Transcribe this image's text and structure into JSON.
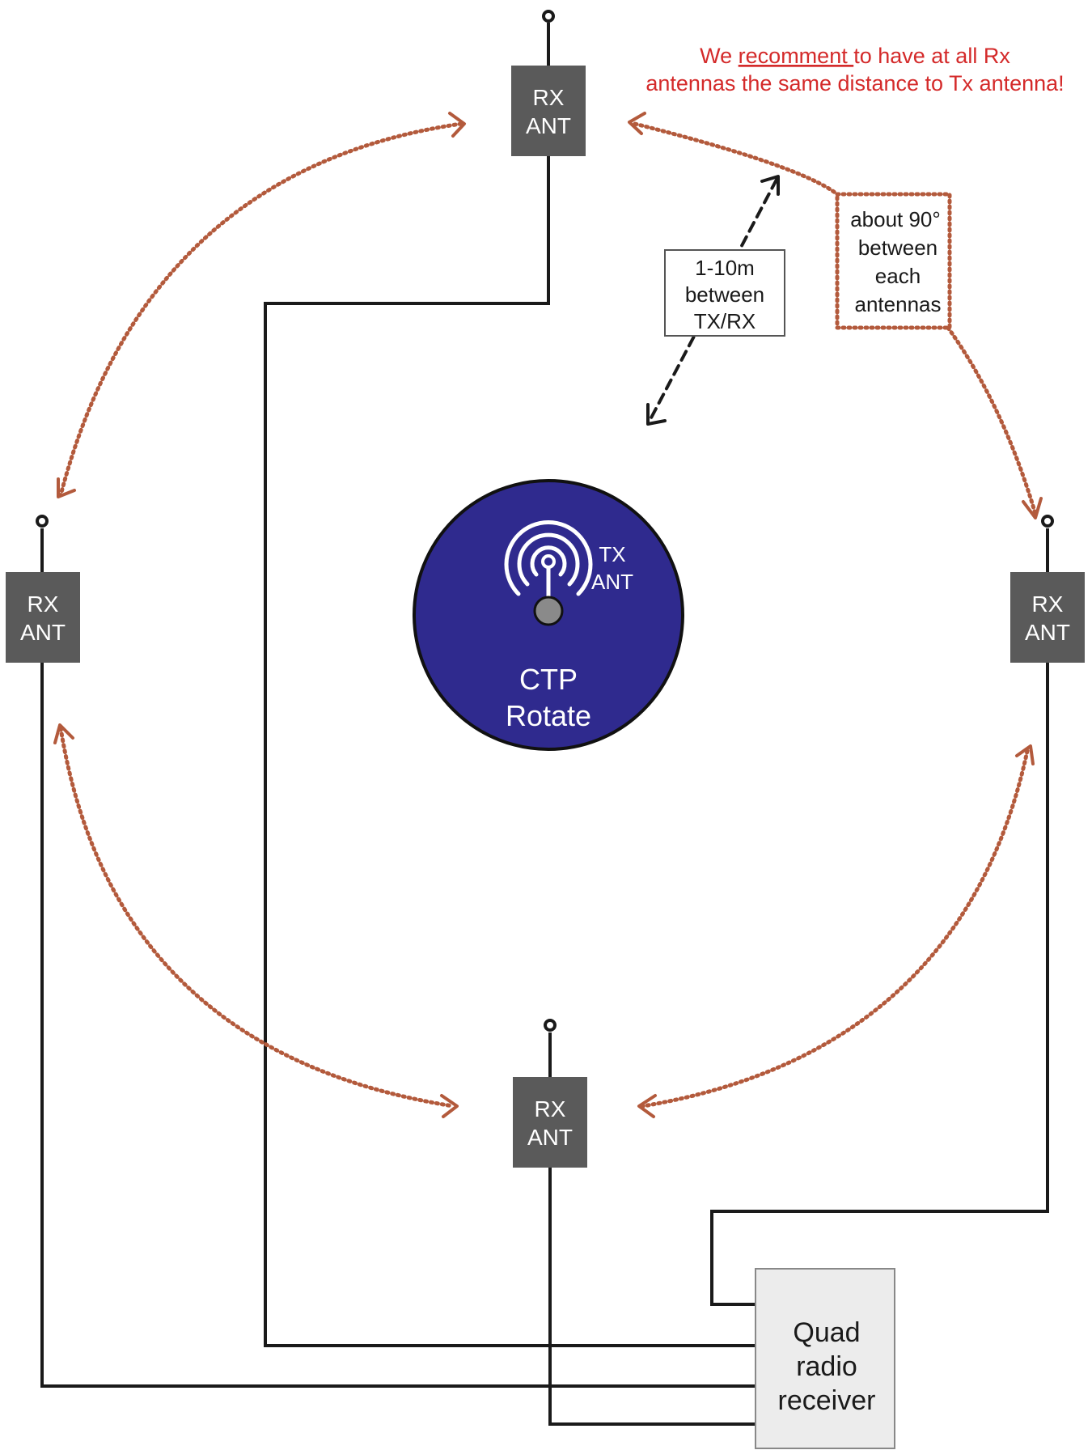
{
  "note": {
    "line1_prefix": "We ",
    "line1_underlined": "recomment ",
    "line1_suffix": "to have at all Rx",
    "line2": "antennas the same distance to Tx antenna!",
    "color": "#d42a2a"
  },
  "rx_antennas": [
    {
      "id": "top",
      "line1": "RX",
      "line2": "ANT"
    },
    {
      "id": "left",
      "line1": "RX",
      "line2": "ANT"
    },
    {
      "id": "right",
      "line1": "RX",
      "line2": "ANT"
    },
    {
      "id": "bottom",
      "line1": "RX",
      "line2": "ANT"
    }
  ],
  "distance_box": {
    "line1": "1-10m",
    "line2": "between",
    "line3": "TX/RX"
  },
  "angle_box": {
    "line1": "about 90°",
    "line2": "between",
    "line3": "each",
    "line4": "antennas"
  },
  "tx": {
    "label1": "TX",
    "label2": "ANT",
    "title1": "CTP",
    "title2": "Rotate",
    "fill": "#2f2a8e"
  },
  "receiver": {
    "line1": "Quad",
    "line2": "radio",
    "line3": "receiver"
  },
  "colors": {
    "rx_box": "#5a5a5a",
    "arc": "#b35a3c",
    "receiver_fill": "#ececec"
  }
}
